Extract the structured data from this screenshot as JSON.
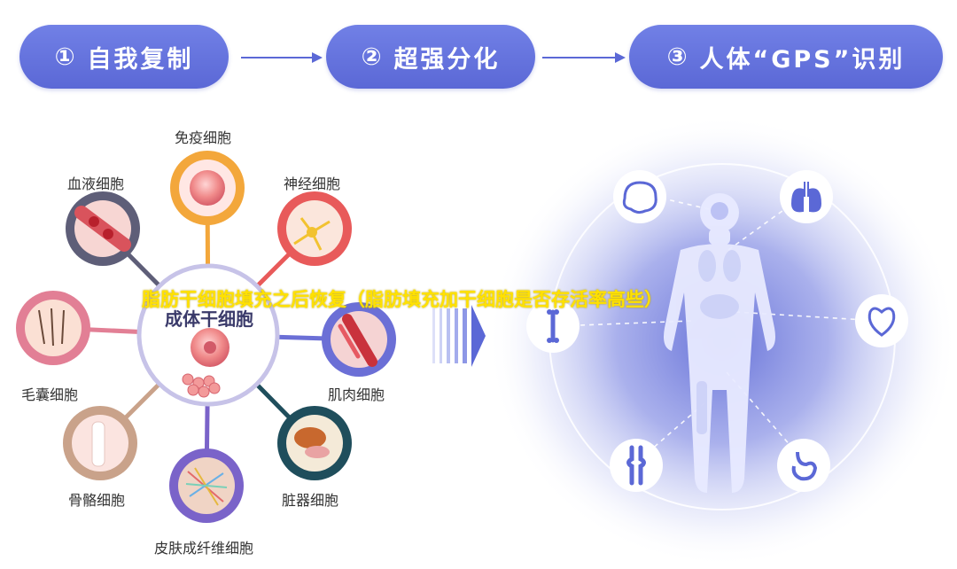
{
  "steps": [
    {
      "num": "①",
      "label": "自我复制"
    },
    {
      "num": "②",
      "label": "超强分化"
    },
    {
      "num": "③",
      "label": "人体“GPS”识别"
    }
  ],
  "center": {
    "title": "成体干细胞"
  },
  "cells": [
    {
      "label": "免疫细胞",
      "color": "#f3a73b"
    },
    {
      "label": "神经细胞",
      "color": "#e85a5a"
    },
    {
      "label": "肌肉细胞",
      "color": "#6b6fd6"
    },
    {
      "label": "脏器细胞",
      "color": "#1f4e5c"
    },
    {
      "label": "皮肤成纤维细胞",
      "color": "#7a63c9"
    },
    {
      "label": "骨骼细胞",
      "color": "#c9a28a"
    },
    {
      "label": "毛囊细胞",
      "color": "#e27f95"
    },
    {
      "label": "血液细胞",
      "color": "#5e5e78"
    }
  ],
  "organs": [
    "brain-icon",
    "lungs-icon",
    "heart-icon",
    "stomach-icon",
    "knee-joint-icon",
    "bone-icon"
  ],
  "caption": "脂肪干细胞填充之后恢复（脂肪填充加干细胞是否存活率高些）",
  "colors": {
    "accent": "#5b68d6",
    "caption": "#ffe100"
  }
}
